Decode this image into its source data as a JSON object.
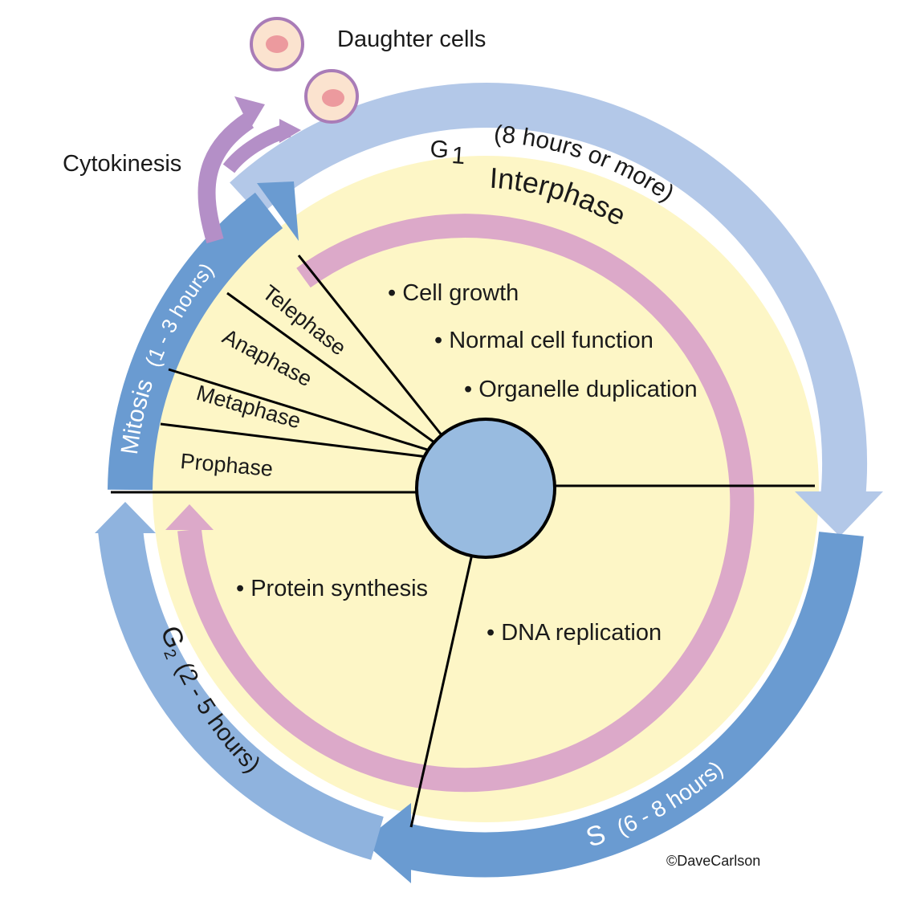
{
  "labels": {
    "daughter_cells": "Daughter cells",
    "cytokinesis": "Cytokinesis",
    "g1_sym": "G",
    "g1_sub": "1",
    "g1_duration": "(8 hours or more)",
    "interphase": "Interphase",
    "mitosis": "Mitosis",
    "mitosis_duration": "(1 - 3 hours)",
    "s_sym": "S",
    "s_duration": "(6 - 8 hours)",
    "g2_sym": "G",
    "g2_sub": "2",
    "g2_duration": "(2 - 5 hours)",
    "copyright": "©DaveCarlson"
  },
  "mitosis_phases": [
    "Telephase",
    "Anaphase",
    "Metaphase",
    "Prophase"
  ],
  "bullets": {
    "g1": [
      "Cell growth",
      "Normal cell function",
      "Organelle duplication"
    ],
    "s": [
      "DNA replication"
    ],
    "g2": [
      "Protein synthesis"
    ]
  },
  "colors": {
    "light_blue": "#b3c8e8",
    "dark_blue": "#6a9bd1",
    "mid_blue": "#8fb3de",
    "pink": "#dca9c9",
    "purple": "#b48fc7",
    "yellow": "#fdf6c6",
    "nucleus": "#98bbe0",
    "cell_fill": "#fbe3cf",
    "cell_border": "#a97cb7",
    "cell_nucleus": "#ec9a9e"
  }
}
